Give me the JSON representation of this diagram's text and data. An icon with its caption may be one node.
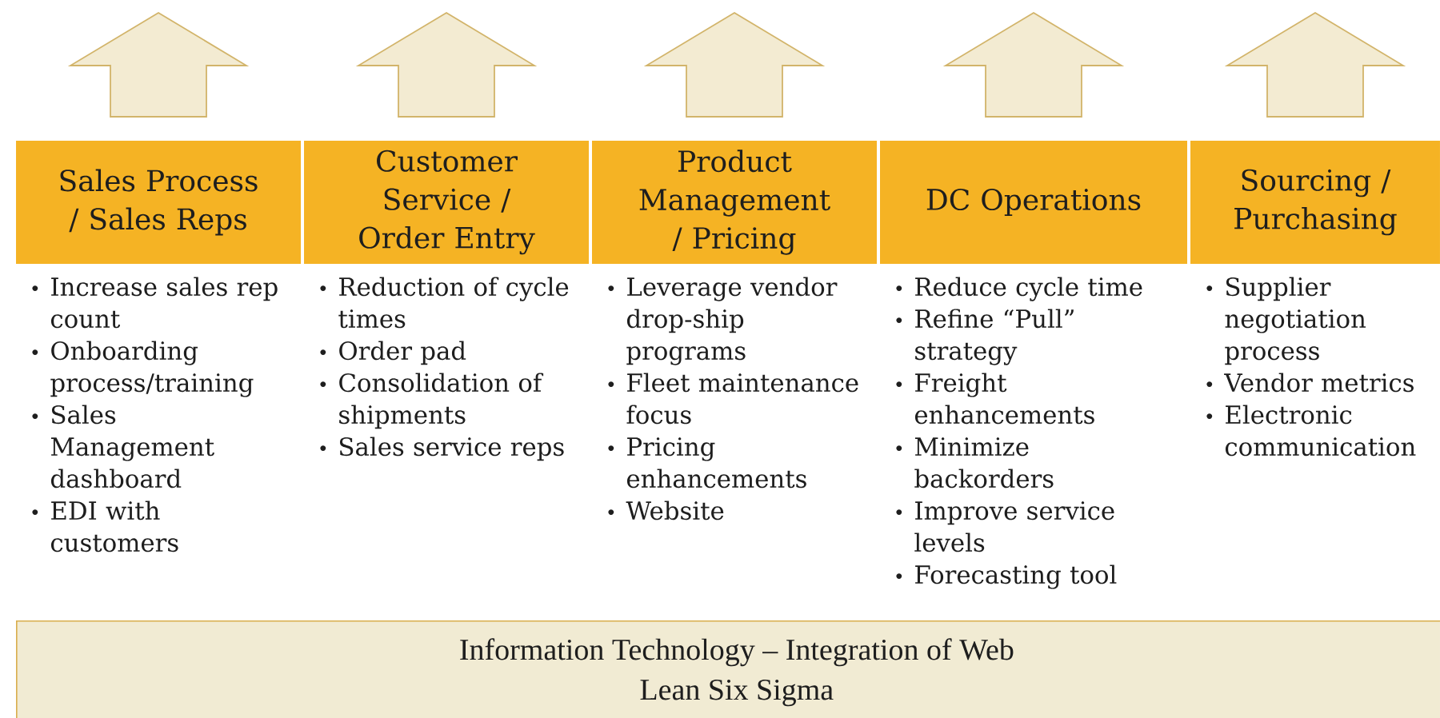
{
  "diagram": {
    "nodes": [
      {
        "text": [],
        "shape": "arrow"
      },
      {
        "text": [],
        "shape": "arrow"
      },
      {
        "text": [],
        "shape": "arrow"
      },
      {
        "text": [],
        "shape": "arrow"
      },
      {
        "text": [],
        "shape": "arrow"
      },
      {
        "text": [
          "Sales Process / Sales Reps"
        ],
        "beside": [
          "Increase sales rep count",
          "Onboarding process/training",
          "Sales Management dashboard",
          "EDI with customers"
        ]
      },
      {
        "text": [
          "Customer Service / Order Entry"
        ],
        "beside": [
          "Reduction of cycle times",
          "Order pad",
          "Consolidation of shipments",
          "Sales service reps"
        ]
      },
      {
        "text": [
          "Product Management / Pricing"
        ],
        "beside": [
          "Leverage vendor drop-ship programs",
          "Fleet maintenance focus",
          "Pricing enhancements",
          "Website"
        ]
      },
      {
        "text": [
          "DC Operations"
        ],
        "beside": [
          "Reduce cycle time",
          "Refine “Pull” strategy",
          "Freight enhancements",
          "Minimize backorders",
          "Improve service levels",
          "Forecasting tool"
        ]
      },
      {
        "text": [
          "Sourcing / Purchasing"
        ],
        "beside": [
          "Supplier negotiation process",
          "Vendor metrics",
          "Electronic communication"
        ]
      },
      {
        "text": [
          "Information Technology – Integration of Web",
          "Lean Six Sigma"
        ]
      }
    ],
    "edges": []
  }
}
